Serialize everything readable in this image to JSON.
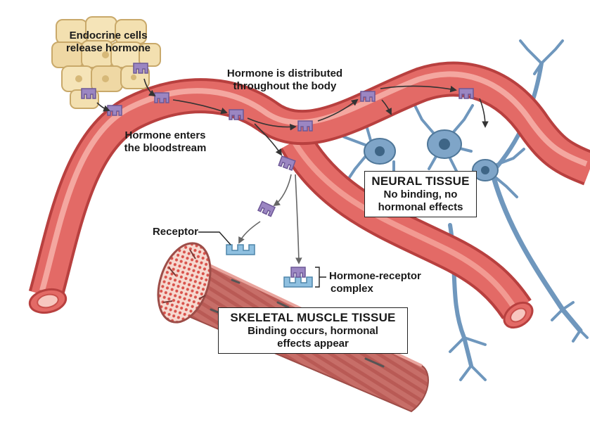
{
  "labels": {
    "endocrine": [
      "Endocrine cells",
      "release hormone"
    ],
    "distributed": [
      "Hormone is distributed",
      "throughout the body"
    ],
    "enters": [
      "Hormone enters",
      "the bloodstream"
    ],
    "receptor": "Receptor",
    "complex": [
      "Hormone-receptor",
      "complex"
    ]
  },
  "boxes": {
    "neural": {
      "title": "NEURAL TISSUE",
      "lines": [
        "No binding, no",
        "hormonal effects"
      ]
    },
    "skeletal": {
      "title": "SKELETAL MUSCLE TISSUE",
      "lines": [
        "Binding occurs, hormonal",
        "effects appear"
      ]
    }
  },
  "colors": {
    "vessel": "#e36a66",
    "vessel_dark": "#b8403f",
    "vessel_light": "#f4a7a0",
    "hormone": "#9b86c2",
    "receptor": "#8fc0e0",
    "neuron": "#6f97bd",
    "endocrine": "#f2ddaa",
    "muscle": "#c9726b"
  }
}
